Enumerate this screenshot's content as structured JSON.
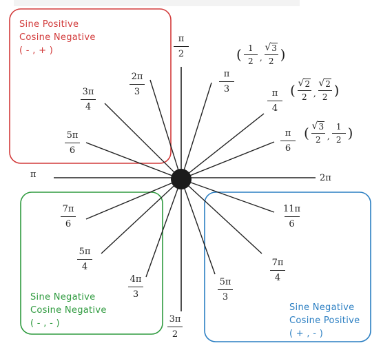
{
  "regions": {
    "q2": {
      "line1": "Sine Positive",
      "line2": "Cosine Negative",
      "sign": "( - , + )",
      "color": "#d23a3a"
    },
    "q3": {
      "line1": "Sine Negative",
      "line2": "Cosine Negative",
      "sign": "( - , - )",
      "color": "#2e9a3e"
    },
    "q4": {
      "line1": "Sine Negative",
      "line2": "Cosine Positive",
      "sign": "( + , - )",
      "color": "#2a7ec2"
    }
  },
  "angles": {
    "pi_over_2": {
      "num": "π",
      "den": "2"
    },
    "two_pi_over_3": {
      "num": "2π",
      "den": "3"
    },
    "three_pi_over_4": {
      "num": "3π",
      "den": "4"
    },
    "five_pi_over_6": {
      "num": "5π",
      "den": "6"
    },
    "pi": "π",
    "seven_pi_over_6": {
      "num": "7π",
      "den": "6"
    },
    "five_pi_over_4": {
      "num": "5π",
      "den": "4"
    },
    "four_pi_over_3": {
      "num": "4π",
      "den": "3"
    },
    "three_pi_over_2": {
      "num": "3π",
      "den": "2"
    },
    "five_pi_over_3": {
      "num": "5π",
      "den": "3"
    },
    "seven_pi_over_4": {
      "num": "7π",
      "den": "4"
    },
    "eleven_pi_over_6": {
      "num": "11π",
      "den": "6"
    },
    "two_pi": "2π",
    "pi_over_3": {
      "num": "π",
      "den": "3"
    },
    "pi_over_4": {
      "num": "π",
      "den": "4"
    },
    "pi_over_6": {
      "num": "π",
      "den": "6"
    }
  },
  "coordinates": {
    "pi_over_3": {
      "x_num": "1",
      "x_den": "2",
      "y_num": "3",
      "y_den": "2",
      "y_sqrt": true,
      "x_sqrt": false
    },
    "pi_over_4": {
      "x_num": "2",
      "x_den": "2",
      "y_num": "2",
      "y_den": "2",
      "y_sqrt": true,
      "x_sqrt": true
    },
    "pi_over_6": {
      "x_num": "3",
      "x_den": "2",
      "y_num": "1",
      "y_den": "2",
      "y_sqrt": false,
      "x_sqrt": true
    }
  },
  "symbols": {
    "open": "(",
    "close": ")",
    "comma": ",",
    "radical": "√"
  }
}
